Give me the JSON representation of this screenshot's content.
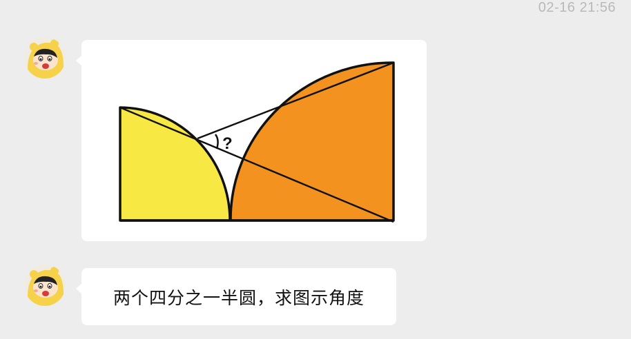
{
  "header": {
    "timestamp": "02-16 21:56"
  },
  "messages": [
    {
      "type": "image",
      "avatar": "cartoon-boy-avatar",
      "figure": {
        "angle_label": "?",
        "colors": {
          "left_quarter_circle": "#f8e843",
          "right_quarter_circle": "#f3921e",
          "outline": "#111111"
        }
      }
    },
    {
      "type": "text",
      "avatar": "cartoon-boy-avatar",
      "text": "两个四分之一半圆，求图示角度"
    }
  ],
  "colors": {
    "background": "#ededed",
    "bubble": "#ffffff",
    "timestamp": "#b9b9b9"
  }
}
